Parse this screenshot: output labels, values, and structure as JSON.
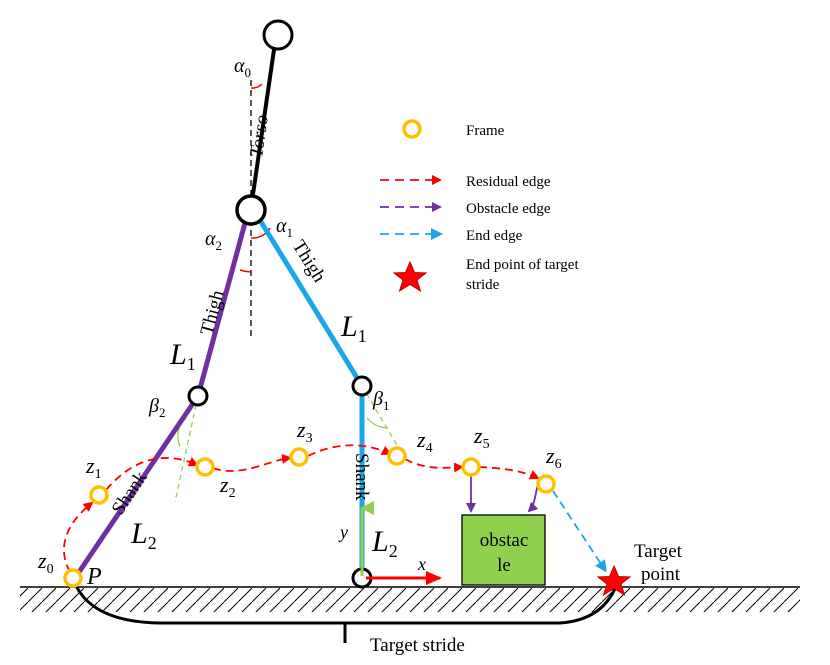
{
  "colors": {
    "black": "#000000",
    "purple": "#7030a0",
    "cyan": "#1aa7e8",
    "red": "#ff0000",
    "frame_orange": "#ffc000",
    "green_arrow": "#92d050",
    "obstacle_fill": "#8fd14f",
    "dashed_green": "#92d050"
  },
  "legend": {
    "frame": "Frame",
    "residual_edge": "Residual edge",
    "obstacle_edge": "Obstacle edge",
    "end_edge": "End edge",
    "end_point_line1": "End point of target",
    "end_point_line2": "stride"
  },
  "segments": {
    "torso": "Torso",
    "thigh_left": "Thigh",
    "thigh_right": "Thigh",
    "shank_left": "Shank",
    "shank_right": "Shank"
  },
  "symbols": {
    "alpha0": {
      "base": "α",
      "sub": "0"
    },
    "alpha1": {
      "base": "α",
      "sub": "1"
    },
    "alpha2": {
      "base": "α",
      "sub": "2"
    },
    "beta1": {
      "base": "β",
      "sub": "1"
    },
    "beta2": {
      "base": "β",
      "sub": "2"
    },
    "L1_left": {
      "base": "L",
      "sub": "1"
    },
    "L1_right": {
      "base": "L",
      "sub": "1"
    },
    "L2_left": {
      "base": "L",
      "sub": "2"
    },
    "L2_right": {
      "base": "L",
      "sub": "2"
    },
    "P": "P",
    "x": "x",
    "y": "y"
  },
  "frames": [
    {
      "base": "z",
      "sub": "0"
    },
    {
      "base": "z",
      "sub": "1"
    },
    {
      "base": "z",
      "sub": "2"
    },
    {
      "base": "z",
      "sub": "3"
    },
    {
      "base": "z",
      "sub": "4"
    },
    {
      "base": "z",
      "sub": "5"
    },
    {
      "base": "z",
      "sub": "6"
    }
  ],
  "obstacle": {
    "line1": "obstac",
    "line2": "le"
  },
  "target_point": {
    "line1": "Target",
    "line2": "point"
  },
  "target_stride": "Target stride"
}
